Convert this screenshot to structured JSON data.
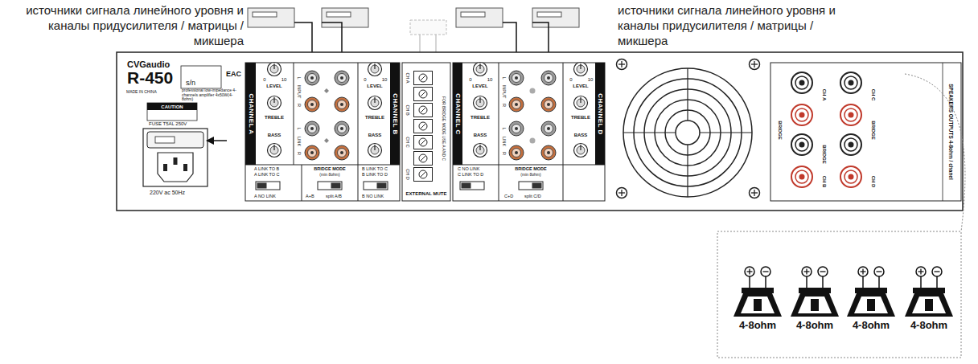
{
  "diagram": {
    "nodes": [
      {
        "text": [
          "CVGaudio",
          "R-450"
        ]
      },
      {
        "text": [
          "CHANNEL A"
        ],
        "in": 0
      },
      {
        "text": [
          "CHANNEL B"
        ],
        "in": 0
      },
      {
        "text": [
          "EXTERNAL MUTE"
        ],
        "in": 0
      },
      {
        "text": [
          "CHANNEL C"
        ],
        "in": 0
      },
      {
        "text": [
          "CHANNEL D"
        ],
        "in": 0
      },
      {
        "text": [
          "SPEAKERS OUTPUTS 4-8ohm / chanel"
        ],
        "in": 0
      },
      {
        "text": [
          "4-8ohm"
        ]
      },
      {
        "text": [
          "4-8ohm"
        ]
      },
      {
        "text": [
          "4-8ohm"
        ]
      },
      {
        "text": [
          "4-8ohm"
        ]
      }
    ],
    "labels": [
      "источники сигнала линейного уровня и каналы придусилителя / матрицы / микшера",
      "источники сигнала линейного уровня и каналы придусилителя / матрицы / микшера",
      "s/n",
      "EAC",
      "professional low-impedance 4-channels amplifier 4x50W(4-8ohm)",
      "MADE IN CHINA",
      "CAUTION",
      "FUSE T5AL 250V",
      "220V ac 50Hz",
      "0",
      "10",
      "LEVEL",
      "TREBLE",
      "BASS",
      "L",
      "INPUT",
      "R",
      "L",
      "LINK",
      "R",
      "A LINK TO B",
      "A LINK TO C",
      "A NO LINK",
      "BRIDGE MODE",
      "(min 8ohm)",
      "A+B",
      "split A/B",
      "0",
      "10",
      "LEVEL",
      "TREBLE",
      "BASS",
      "B LINK TO C",
      "B LINK TO D",
      "B NO LINK",
      "CH A",
      "CH B",
      "CH C",
      "CH D",
      "FOR BRIDGE MODE USE A AND C",
      "0",
      "10",
      "LEVEL",
      "TREBLE",
      "BASS",
      "L",
      "INPUT",
      "R",
      "L",
      "LINK",
      "R",
      "0",
      "10",
      "LEVEL",
      "TREBLE",
      "BASS",
      "C NO LINK",
      "C LINK TO D",
      "BRIDGE MODE",
      "(min 8ohm)",
      "C+D",
      "split C/D",
      "CH A",
      "BRIDGE",
      "CH C",
      "BRIDGE",
      "BRIDGE",
      "CH B",
      "CH D"
    ]
  }
}
